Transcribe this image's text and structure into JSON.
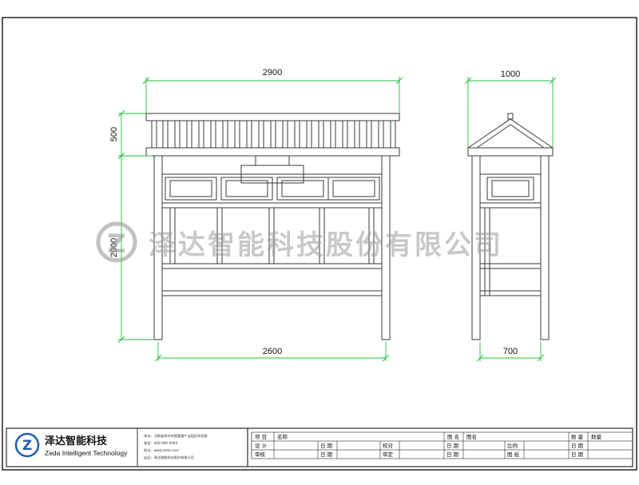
{
  "drawing": {
    "front_view": {
      "width_top": "2900",
      "width_bottom": "2600",
      "height_top": "500",
      "height_main": "2000"
    },
    "side_view": {
      "width_top": "1000",
      "width_bottom": "700"
    },
    "watermark": {
      "text": "泽达智能科技股份有限公司",
      "logo_letter": "Z"
    }
  },
  "title_block": {
    "company_cn": "泽达智能科技",
    "company_en": "Zeda Intelligent Technology",
    "address_lines": [
      "地址：河南省郑州市国基路产业园区研发楼",
      "电话：400-000-0000",
      "网址：www.zeda.com",
      "出品：泽达智能科技股份有限公司"
    ],
    "labels": {
      "project": "项 目",
      "name": "名称",
      "design": "设 计",
      "review": "审核",
      "date": "日 期",
      "check": "校对",
      "approve": "审定",
      "drawing_name": "图 名",
      "drawing_value": "图名",
      "scale": "比例",
      "sheet": "图 纸",
      "quantity": "数 量",
      "quantity_value": "数量"
    }
  }
}
